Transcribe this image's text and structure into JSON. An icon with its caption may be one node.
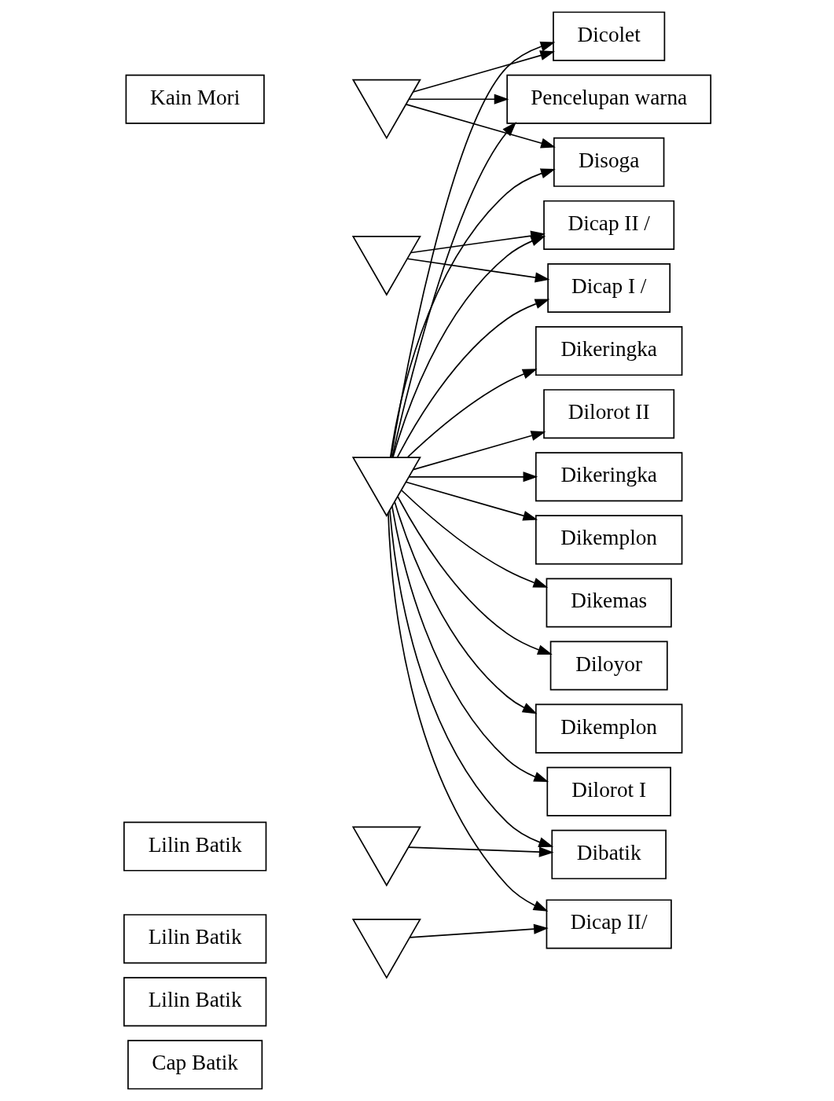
{
  "diagram": {
    "nodes": [
      {
        "text": [
          "Cap Batik"
        ]
      },
      {
        "text": [
          "Lilin Batik"
        ]
      },
      {
        "text": [
          "Kain Mori"
        ]
      },
      {
        "text": [],
        "shape": "triangle"
      },
      {
        "text": [],
        "shape": "triangle"
      },
      {
        "text": [],
        "shape": "triangle"
      },
      {
        "text": [
          "Lilin Batik"
        ]
      },
      {
        "text": [],
        "shape": "triangle"
      },
      {
        "text": [
          "Lilin Batik"
        ]
      },
      {
        "text": [],
        "shape": "triangle"
      },
      {
        "text": [
          "Diloyor"
        ]
      },
      {
        "text": [
          "Dikemplon"
        ]
      },
      {
        "text": [
          "Dicap I /"
        ]
      },
      {
        "text": [
          "Dicap II /"
        ]
      },
      {
        "text": [
          "Dicolet"
        ]
      },
      {
        "text": [
          "Dibatik"
        ]
      },
      {
        "text": [
          "Pencelupan warna"
        ]
      },
      {
        "text": [
          "Dilorot I"
        ]
      },
      {
        "text": [
          "Dikeringka"
        ]
      },
      {
        "text": [
          "Dicap II/"
        ]
      },
      {
        "text": [
          "Disoga"
        ]
      },
      {
        "text": [
          "Dilorot II"
        ]
      },
      {
        "text": [
          "Dikeringka"
        ]
      },
      {
        "text": [
          "Dikemplon"
        ]
      },
      {
        "text": [
          "Dikemas"
        ]
      }
    ],
    "edges": [
      {
        "from": 5,
        "to": 10,
        "arrow": "to"
      },
      {
        "from": 5,
        "to": 11,
        "arrow": "to"
      },
      {
        "from": 5,
        "to": 12,
        "arrow": "to"
      },
      {
        "from": 5,
        "to": 13,
        "arrow": "to"
      },
      {
        "from": 5,
        "to": 14,
        "arrow": "to"
      },
      {
        "from": 5,
        "to": 15,
        "arrow": "to"
      },
      {
        "from": 5,
        "to": 16,
        "arrow": "to"
      },
      {
        "from": 5,
        "to": 17,
        "arrow": "to"
      },
      {
        "from": 5,
        "to": 18,
        "arrow": "to"
      },
      {
        "from": 5,
        "to": 19,
        "arrow": "to"
      },
      {
        "from": 5,
        "to": 20,
        "arrow": "to"
      },
      {
        "from": 5,
        "to": 21,
        "arrow": "to"
      },
      {
        "from": 5,
        "to": 22,
        "arrow": "to"
      },
      {
        "from": 5,
        "to": 23,
        "arrow": "to"
      },
      {
        "from": 5,
        "to": 24,
        "arrow": "to"
      },
      {
        "from": 4,
        "to": 12,
        "arrow": "to"
      },
      {
        "from": 4,
        "to": 13,
        "arrow": "to"
      },
      {
        "from": 3,
        "to": 14,
        "arrow": "to"
      },
      {
        "from": 7,
        "to": 15,
        "arrow": "to"
      },
      {
        "from": 3,
        "to": 16,
        "arrow": "to"
      },
      {
        "from": 9,
        "to": 19,
        "arrow": "to"
      },
      {
        "from": 3,
        "to": 20,
        "arrow": "to"
      }
    ]
  }
}
